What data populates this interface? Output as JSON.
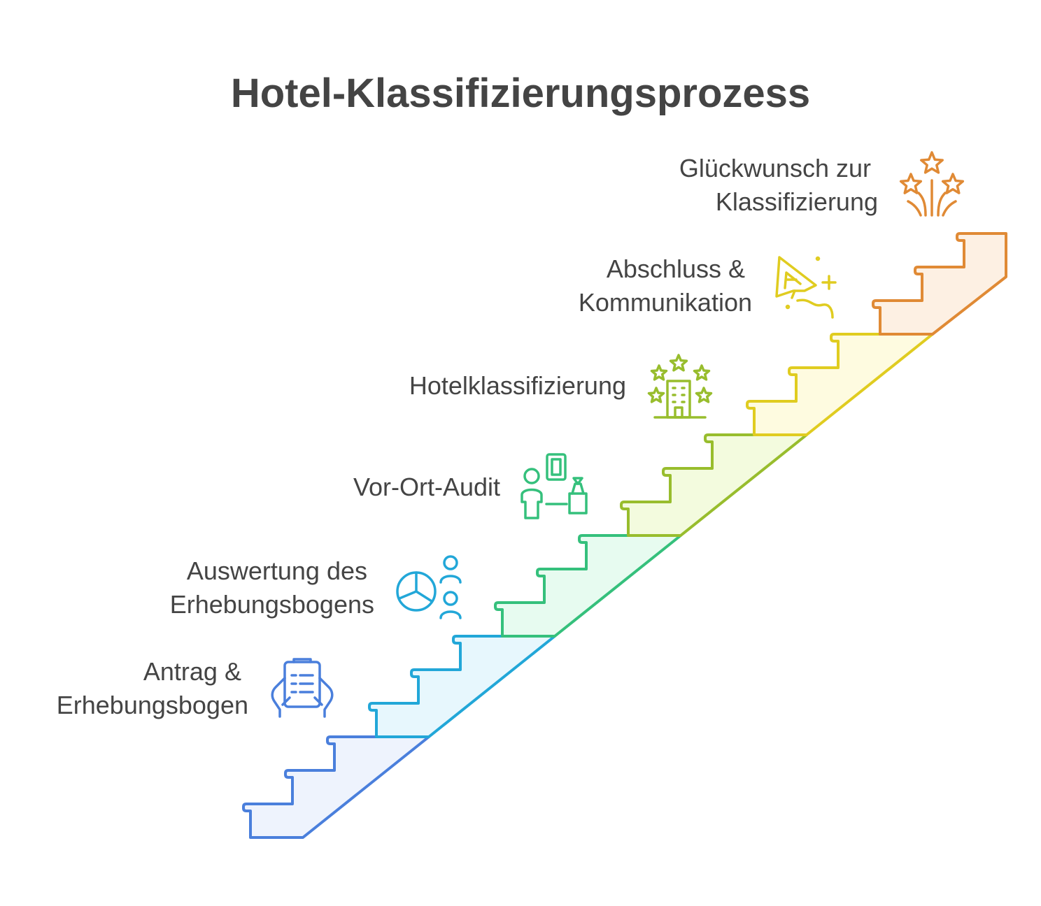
{
  "title": "Hotel-Klassifizierungsprozess",
  "steps": [
    {
      "lines": [
        "Antrag &",
        "Erhebungsbogen"
      ],
      "icon": "clipboard-hands-icon",
      "stroke": "#4a7fdc",
      "fill": "#eef3fd"
    },
    {
      "lines": [
        "Auswertung des",
        "Erhebungsbogens"
      ],
      "icon": "pie-chart-people-icon",
      "stroke": "#22a7d8",
      "fill": "#e7f7fd"
    },
    {
      "lines": [
        "Vor-Ort-Audit"
      ],
      "icon": "auditor-desk-icon",
      "stroke": "#35c07c",
      "fill": "#e7fbf0"
    },
    {
      "lines": [
        "Hotelklassifizierung"
      ],
      "icon": "hotel-stars-icon",
      "stroke": "#98bd2d",
      "fill": "#f3fbde"
    },
    {
      "lines": [
        "Abschluss &",
        "Kommunikation"
      ],
      "icon": "a-plus-grade-icon",
      "stroke": "#e0cc20",
      "fill": "#fefbe0"
    },
    {
      "lines": [
        "Glückwunsch zur",
        "Klassifizierung"
      ],
      "icon": "fireworks-stars-icon",
      "stroke": "#e08a35",
      "fill": "#fdf0e3"
    }
  ]
}
